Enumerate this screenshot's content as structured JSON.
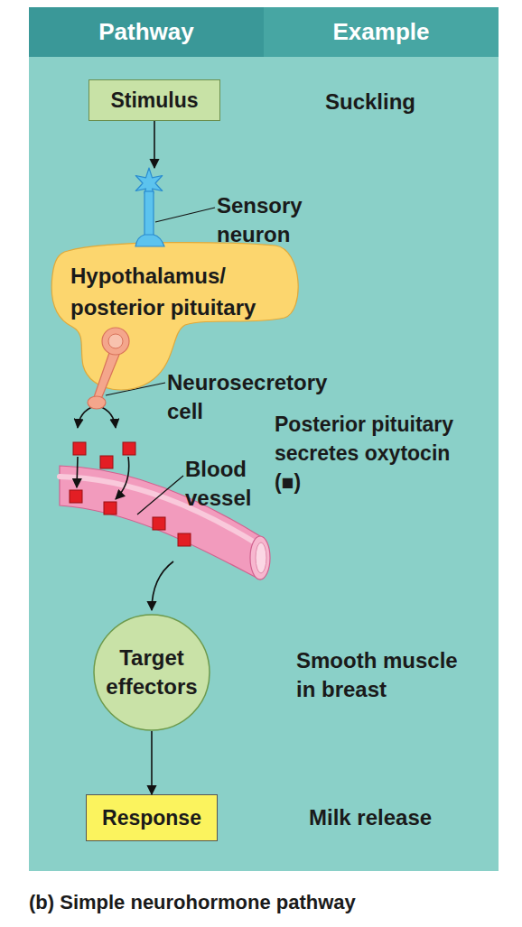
{
  "diagram": {
    "caption": "(b) Simple neurohormone pathway",
    "nodes": [
      {
        "text": [
          "Stimulus"
        ]
      },
      {
        "text": [
          "Hypothalamus/ posterior pituitary"
        ]
      },
      {
        "text": [
          "Target effectors"
        ]
      },
      {
        "text": [
          "Response"
        ]
      }
    ],
    "edges": [
      {
        "from": 2,
        "to": 3,
        "arrow": "to"
      }
    ],
    "labels": [
      "Pathway",
      "Example",
      "Suckling",
      "Sensory neuron",
      "Neurosecretory cell",
      "Posterior pituitary secretes oxytocin",
      "(■)",
      "Blood vessel",
      "Smooth muscle in breast",
      "Milk release"
    ]
  }
}
